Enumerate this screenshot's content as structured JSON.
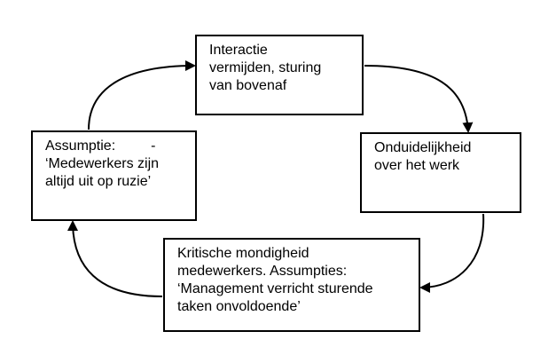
{
  "diagram": {
    "boxes": {
      "top": {
        "lines": [
          "Interactie",
          "vermijden, sturing",
          "van bovenaf"
        ]
      },
      "right": {
        "lines": [
          "Onduidelijkheid",
          "over het werk"
        ]
      },
      "bottom": {
        "lines": [
          "Kritische mondigheid",
          "medewerkers. Assumpties:",
          "‘Management verricht sturende",
          "taken onvoldoende’"
        ]
      },
      "left": {
        "lines": [
          "Assumptie:         -",
          "‘Medewerkers zijn",
          "altijd uit op ruzie’"
        ]
      }
    },
    "colors": {
      "stroke": "#000000",
      "background": "#ffffff"
    }
  }
}
